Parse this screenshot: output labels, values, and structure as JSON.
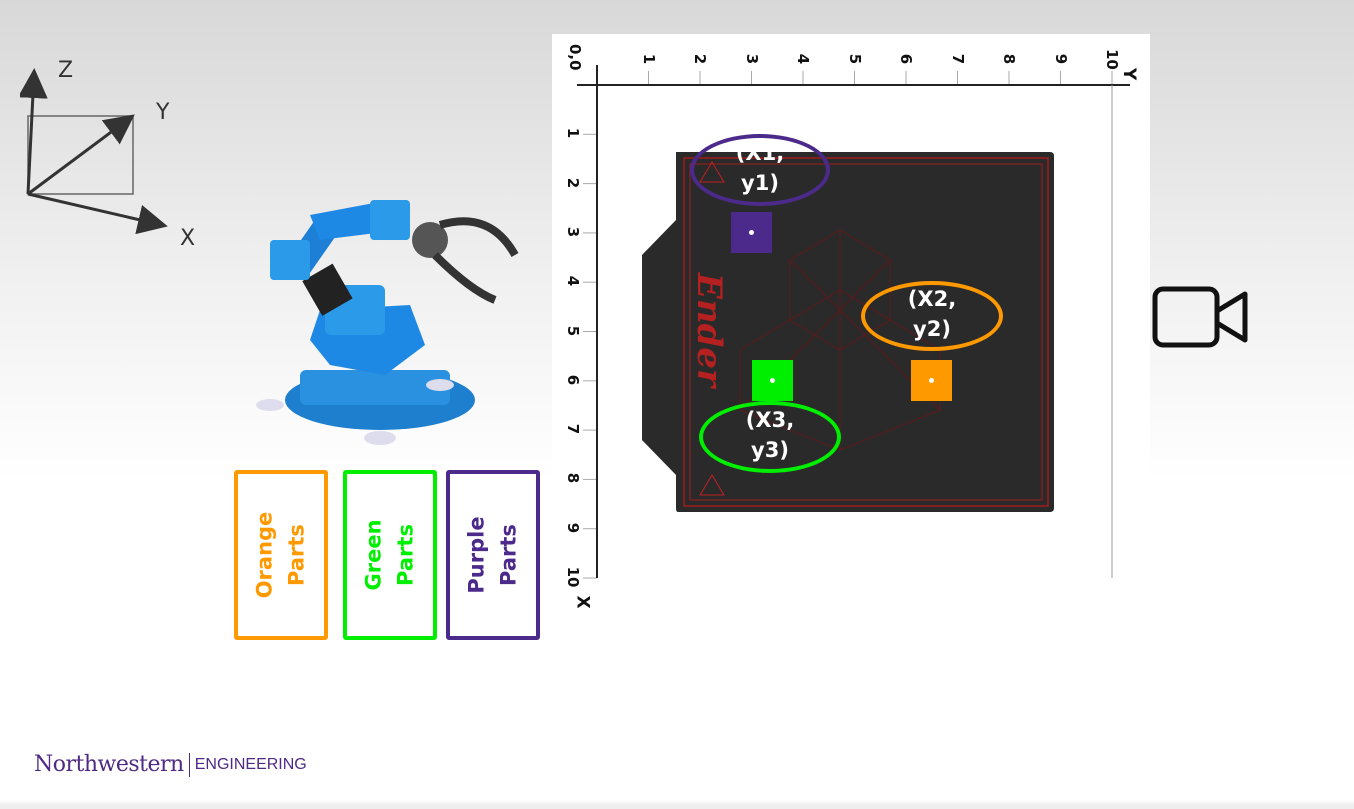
{
  "axes_diagram": {
    "z": "Z",
    "y": "Y",
    "x": "X"
  },
  "plot": {
    "origin": "0,0",
    "y_axis_label": "Y",
    "x_axis_label": "X",
    "y_ticks": [
      "1",
      "2",
      "3",
      "4",
      "5",
      "6",
      "7",
      "8",
      "9",
      "10"
    ],
    "x_ticks": [
      "1",
      "2",
      "3",
      "4",
      "5",
      "6",
      "7",
      "8",
      "9",
      "10"
    ],
    "bed_brand": "Ender"
  },
  "targets": [
    {
      "label": "(X1,\ny1)",
      "color": "#4b2a8c",
      "x": 3,
      "y": 3
    },
    {
      "label": "(X2,\ny2)",
      "color": "#ff9900",
      "x": 6.5,
      "y": 6
    },
    {
      "label": "(X3,\ny3)",
      "color": "#00ee00",
      "x": 3.4,
      "y": 6
    }
  ],
  "bins": [
    {
      "label": "Orange\nParts",
      "color": "#ff9900"
    },
    {
      "label": "Green\nParts",
      "color": "#00ee00"
    },
    {
      "label": "Purple\nParts",
      "color": "#4b2a8c"
    }
  ],
  "footer": {
    "logo_main": "Northwestern",
    "logo_sub": "ENGINEERING"
  },
  "icons": {
    "camera": "camera-icon"
  }
}
